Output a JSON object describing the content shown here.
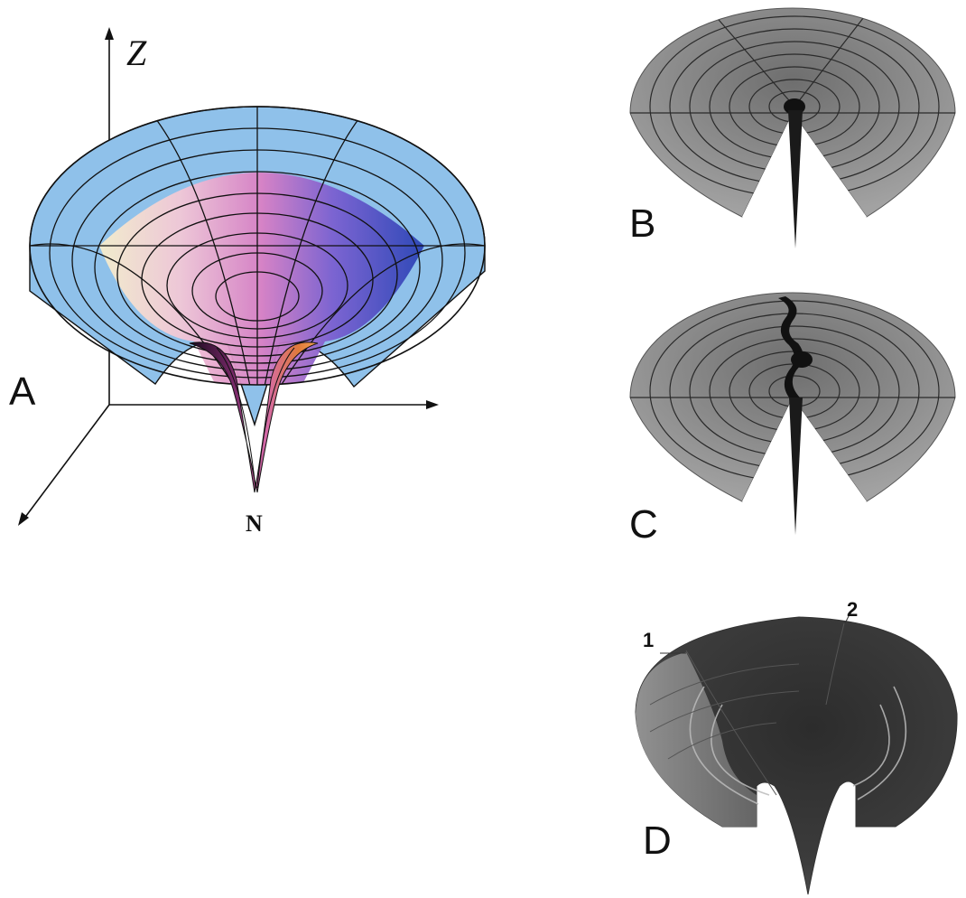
{
  "panels": {
    "a": {
      "label": "A",
      "axis_z": "Z",
      "apex": "N"
    },
    "b": {
      "label": "B"
    },
    "c": {
      "label": "C"
    },
    "d": {
      "label": "D",
      "marker_1": "1",
      "marker_2": "2"
    }
  },
  "colors": {
    "rim": "#8fc1ea",
    "inner_blue": "#2a43b5",
    "inner_pink": "#d97fc4",
    "inner_cream": "#f6eecb",
    "grey_surface": "#8d8d8d",
    "dark_surface": "#3a3a3a"
  }
}
